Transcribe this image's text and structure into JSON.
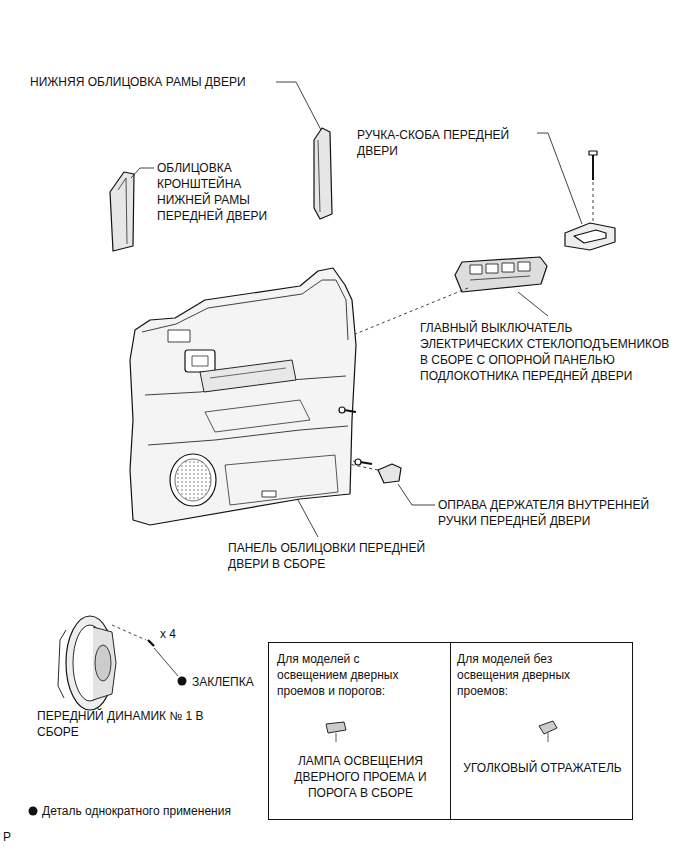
{
  "diagram": {
    "nodes": [
      {
        "text": [
          "Для моделей с освещением дверных проемов и порогов:",
          "ЛАМПА ОСВЕЩЕНИЯ ДВЕРНОГО ПРОЕМА И ПОРОГА В СБОРЕ"
        ]
      },
      {
        "text": [
          "Для моделей без освещения дверных проемов:",
          "УГОЛКОВЫЙ ОТРАЖАТЕЛЬ"
        ]
      }
    ],
    "labels": [
      "НИЖНЯЯ ОБЛИЦОВКА РАМЫ ДВЕРИ",
      "ОБЛИЦОВКА КРОНШТЕЙНА НИЖНЕЙ РАМЫ ПЕРЕДНЕЙ ДВЕРИ",
      "РУЧКА-СКОБА ПЕРЕДНЕЙ ДВЕРИ",
      "ГЛАВНЫЙ ВЫКЛЮЧАТЕЛЬ ЭЛЕКТРИЧЕСКИХ СТЕКЛОПОДЪЕМНИКОВ В СБОРЕ С ОПОРНОЙ ПАНЕЛЬЮ ПОДЛОКОТНИКА ПЕРЕДНЕЙ ДВЕРИ",
      "ОПРАВА ДЕРЖАТЕЛЯ ВНУТРЕННЕЙ РУЧКИ ПЕРЕДНЕЙ ДВЕРИ",
      "ПАНЕЛЬ ОБЛИЦОВКИ ПЕРЕДНЕЙ ДВЕРИ В СБОРЕ",
      "x 4",
      "ЗАКЛЕПКА",
      "ПЕРЕДНИЙ ДИНАМИК № 1 В СБОРЕ",
      "P"
    ],
    "legend": [
      {
        "text": "Деталь однократного применения"
      }
    ]
  }
}
